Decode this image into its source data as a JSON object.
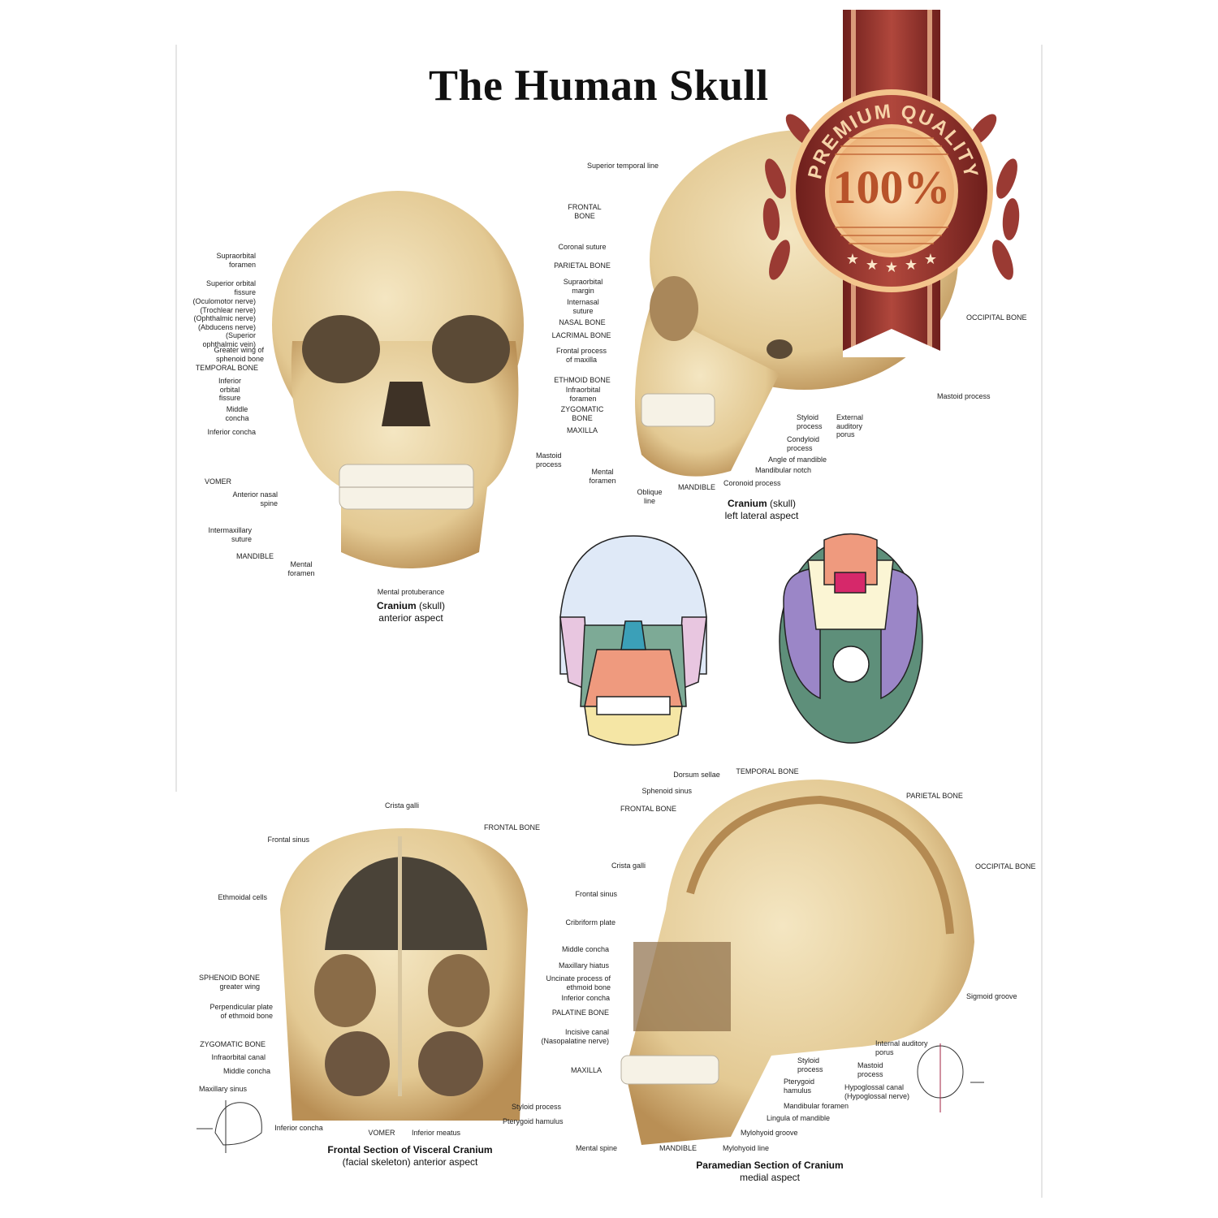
{
  "title": "The Human Skull",
  "badge": {
    "arc_text": "PREMIUM QUALITY",
    "center_text": "100%",
    "star_count": 5
  },
  "anterior_labels": [
    "Supraorbital\nforamen",
    "Superior orbital\nfissure",
    "(Oculomotor nerve)\n(Trochlear nerve)\n(Ophthalmic nerve)\n(Abducens nerve)\n(Superior\nophthalmic vein)",
    "Greater wing of\nsphenoid bone",
    "TEMPORAL BONE",
    "Inferior\norbital\nfissure",
    "Middle\nconcha",
    "Inferior concha",
    "VOMER",
    "Anterior nasal\nspine",
    "Intermaxillary\nsuture",
    "MANDIBLE",
    "Mental\nforamen",
    "Mastoid\nprocess",
    "Mental protuberance"
  ],
  "center_labels": [
    "Superior temporal line",
    "FRONTAL\nBONE",
    "Coronal suture",
    "PARIETAL BONE",
    "Supraorbital\nmargin",
    "Internasal\nsuture",
    "NASAL BONE",
    "LACRIMAL BONE",
    "Frontal process\nof maxilla",
    "ETHMOID BONE",
    "Infraorbital\nforamen",
    "ZYGOMATIC\nBONE",
    "MAXILLA"
  ],
  "lateral_labels": [
    "OCCIPITAL BONE",
    "Mastoid process",
    "Styloid\nprocess",
    "External\nauditory\nporus",
    "Condyloid\nprocess",
    "Angle of mandible",
    "Mandibular notch",
    "Coronoid process",
    "MANDIBLE",
    "Mental\nforamen",
    "Oblique\nline"
  ],
  "frontal_section_labels": [
    "Crista galli",
    "FRONTAL BONE",
    "Frontal sinus",
    "Ethmoidal cells",
    "SPHENOID BONE\ngreater wing",
    "Perpendicular plate\nof ethmoid bone",
    "ZYGOMATIC BONE",
    "Infraorbital canal",
    "Middle concha",
    "Maxillary sinus",
    "Inferior concha",
    "VOMER",
    "Inferior meatus",
    "Styloid process",
    "Pterygoid hamulus"
  ],
  "paramedian_labels": [
    "Dorsum sellae",
    "TEMPORAL BONE",
    "Sphenoid sinus",
    "FRONTAL BONE",
    "PARIETAL BONE",
    "OCCIPITAL BONE",
    "Crista galli",
    "Frontal sinus",
    "Cribriform plate",
    "Middle concha",
    "Maxillary hiatus",
    "Uncinate process of\nethmoid bone",
    "Inferior concha",
    "PALATINE BONE",
    "Incisive canal\n(Nasopalatine nerve)",
    "MAXILLA",
    "Sigmoid groove",
    "Internal auditory\nporus",
    "Styloid\nprocess",
    "Mastoid\nprocess",
    "Pterygoid\nhamulus",
    "Hypoglossal canal\n(Hypoglossal nerve)",
    "Mandibular foramen",
    "Lingula of mandible",
    "Mylohyoid groove",
    "Mylohyoid line",
    "MANDIBLE",
    "Mental spine"
  ],
  "captions": {
    "anterior": {
      "bold": "Cranium",
      "rest": " (skull)",
      "sub": "anterior aspect"
    },
    "lateral": {
      "bold": "Cranium",
      "rest": " (skull)",
      "sub": "left lateral aspect"
    },
    "frontal_section": {
      "bold": "Frontal Section of Visceral Cranium",
      "sub": "(facial skeleton) anterior aspect"
    },
    "paramedian": {
      "bold": "Paramedian Section of Cranium",
      "sub": "medial aspect"
    }
  },
  "colors": {
    "bone": "#e9d6a8",
    "bone_shade": "#c9a86e",
    "ribbon": "#8a2e2a",
    "gold": "#f3c48c"
  }
}
